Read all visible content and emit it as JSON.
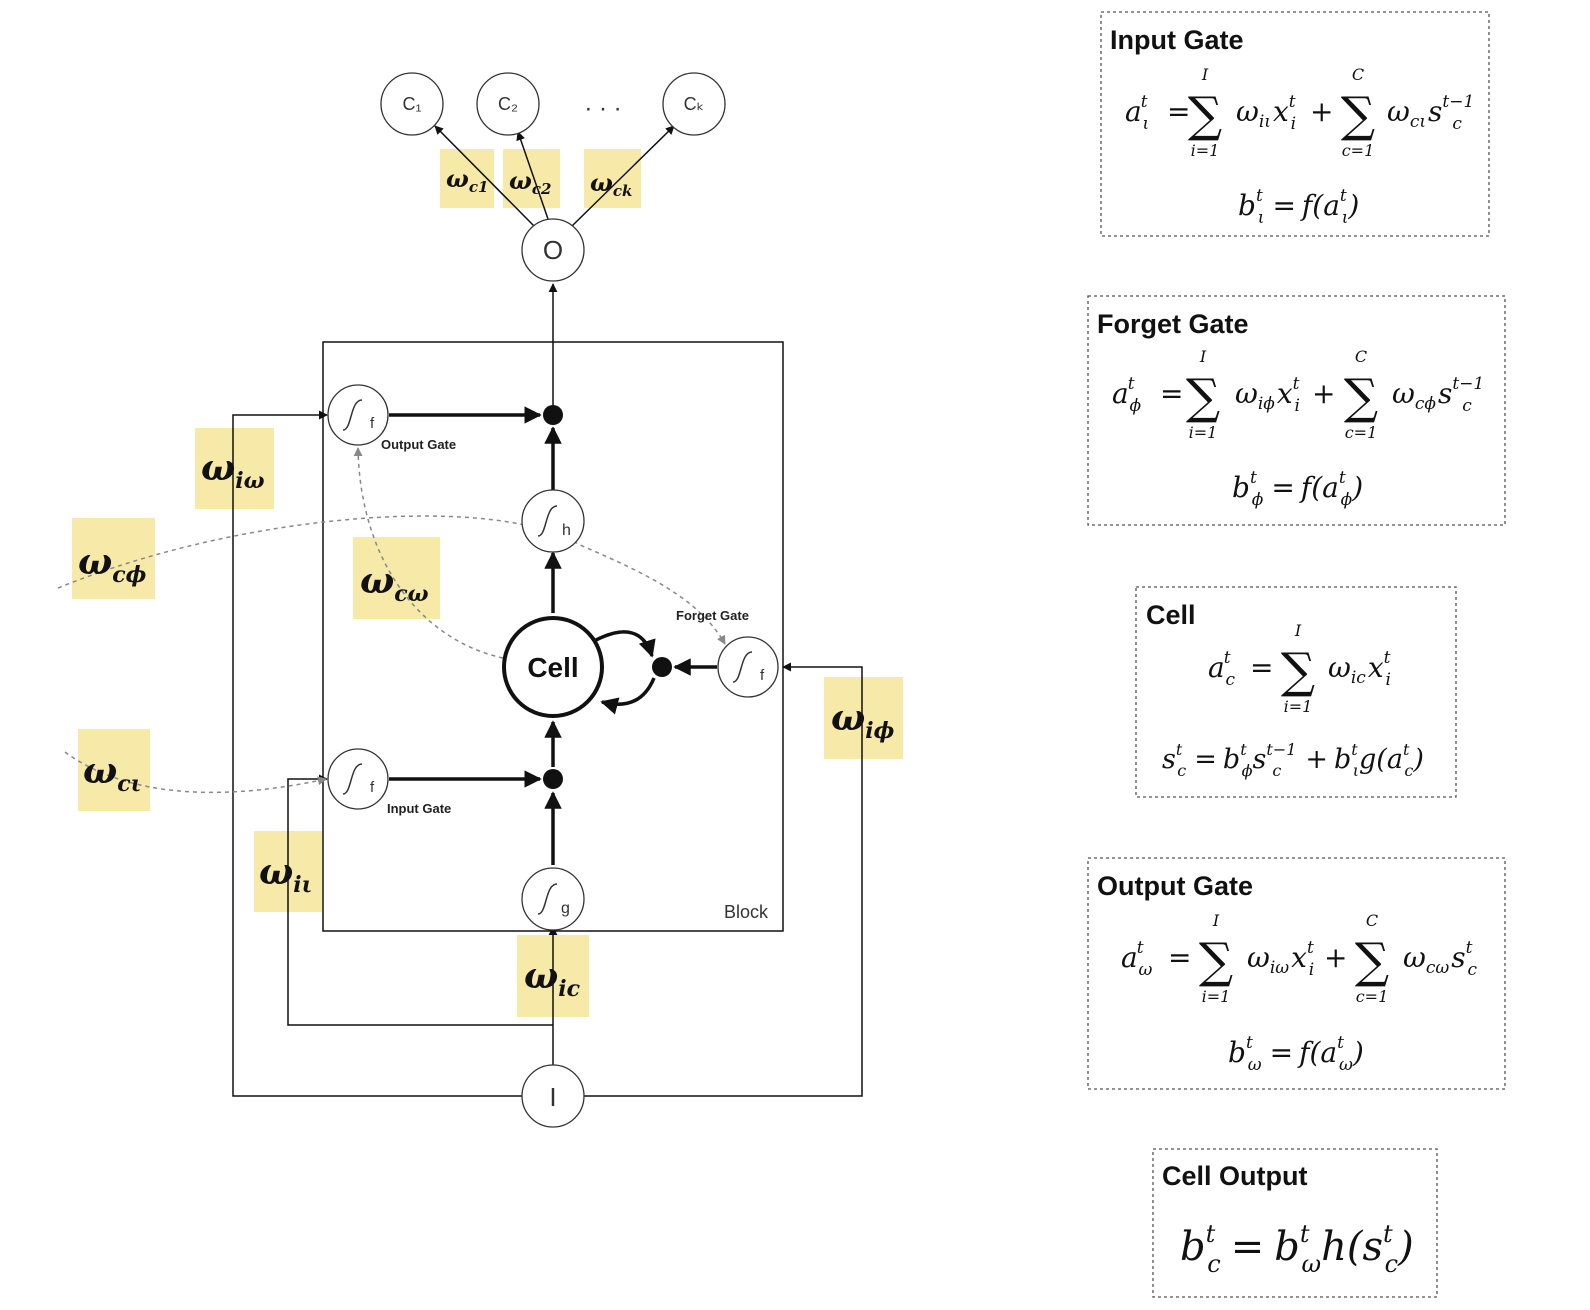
{
  "nodes": {
    "output_nodes": [
      "C₁",
      "C₂",
      "Cₖ"
    ],
    "output_ellipsis": "· · ·",
    "output": "O",
    "input": "I",
    "cell": "Cell",
    "block": "Block",
    "squash_f": "f",
    "squash_h": "h",
    "squash_g": "g"
  },
  "gate_labels": {
    "output_gate": "Output Gate",
    "forget_gate": "Forget Gate",
    "input_gate": "Input Gate"
  },
  "weights": {
    "w_c1": {
      "base": "ω",
      "sub": "c1"
    },
    "w_c2": {
      "base": "ω",
      "sub": "c2"
    },
    "w_ck": {
      "base": "ω",
      "sub": "ck"
    },
    "w_iw": {
      "base": "ω",
      "sub": "iω"
    },
    "w_cphi": {
      "base": "ω",
      "sub": "cϕ"
    },
    "w_cw": {
      "base": "ω",
      "sub": "cω"
    },
    "w_iphi": {
      "base": "ω",
      "sub": "iϕ"
    },
    "w_cl": {
      "base": "ω",
      "sub": "cι"
    },
    "w_il": {
      "base": "ω",
      "sub": "iι"
    },
    "w_ic": {
      "base": "ω",
      "sub": "ic"
    }
  },
  "formula_boxes": {
    "input_gate": {
      "title": "Input Gate",
      "line1_lhs": "a",
      "line1_lhs_sub": "ι",
      "line1_lhs_sup": "t",
      "sum1_top": "I",
      "sum1_bottom": "i=1",
      "term1": "ω",
      "term1_sub": "iι",
      "term1_var": "x",
      "term1_var_sub": "i",
      "term1_var_sup": "t",
      "sum2_top": "C",
      "sum2_bottom": "c=1",
      "term2": "ω",
      "term2_sub": "cι",
      "term2_var": "s",
      "term2_var_sub": "c",
      "term2_var_sup": "t−1",
      "line2_lhs": "b",
      "line2_lhs_sub": "ι",
      "line2_lhs_sup": "t",
      "line2_rhs": "f(a",
      "line2_rhs_sub": "ι",
      "line2_rhs_sup": "t",
      "line2_close": ")"
    },
    "forget_gate": {
      "title": "Forget Gate",
      "line1_lhs": "a",
      "line1_lhs_sub": "ϕ",
      "line1_lhs_sup": "t",
      "sum1_top": "I",
      "sum1_bottom": "i=1",
      "term1": "ω",
      "term1_sub": "iϕ",
      "term1_var": "x",
      "term1_var_sub": "i",
      "term1_var_sup": "t",
      "sum2_top": "C",
      "sum2_bottom": "c=1",
      "term2": "ω",
      "term2_sub": "cϕ",
      "term2_var": "s",
      "term2_var_sub": "c",
      "term2_var_sup": "t−1",
      "line2_lhs": "b",
      "line2_lhs_sub": "ϕ",
      "line2_lhs_sup": "t",
      "line2_rhs": "f(a",
      "line2_rhs_sub": "ϕ",
      "line2_rhs_sup": "t",
      "line2_close": ")"
    },
    "cell": {
      "title": "Cell",
      "line1_lhs": "a",
      "line1_lhs_sub": "c",
      "line1_lhs_sup": "t",
      "sum1_top": "I",
      "sum1_bottom": "i=1",
      "term1": "ω",
      "term1_sub": "ic",
      "term1_var": "x",
      "term1_var_sub": "i",
      "term1_var_sup": "t",
      "line2_lhs": "s",
      "line2_lhs_sub": "c",
      "line2_lhs_sup": "t",
      "line2_b1": "b",
      "line2_b1_sub": "ϕ",
      "line2_b1_sup": "t",
      "line2_s": "s",
      "line2_s_sub": "c",
      "line2_s_sup": "t−1",
      "line2_b2": "b",
      "line2_b2_sub": "ι",
      "line2_b2_sup": "t",
      "line2_g": "g(a",
      "line2_g_sub": "c",
      "line2_g_sup": "t",
      "line2_close": ")"
    },
    "output_gate": {
      "title": "Output Gate",
      "line1_lhs": "a",
      "line1_lhs_sub": "ω",
      "line1_lhs_sup": "t",
      "sum1_top": "I",
      "sum1_bottom": "i=1",
      "term1": "ω",
      "term1_sub": "iω",
      "term1_var": "x",
      "term1_var_sub": "i",
      "term1_var_sup": "t",
      "sum2_top": "C",
      "sum2_bottom": "c=1",
      "term2": "ω",
      "term2_sub": "cω",
      "term2_var": "s",
      "term2_var_sub": "c",
      "term2_var_sup": "t",
      "line2_lhs": "b",
      "line2_lhs_sub": "ω",
      "line2_lhs_sup": "t",
      "line2_rhs": "f(a",
      "line2_rhs_sub": "ω",
      "line2_rhs_sup": "t",
      "line2_close": ")"
    },
    "cell_output": {
      "title": "Cell Output",
      "lhs": "b",
      "lhs_sub": "c",
      "lhs_sup": "t",
      "rhs": "b",
      "rhs_sub": "ω",
      "rhs_sup": "t",
      "h": "h(s",
      "h_sub": "c",
      "h_sup": "t",
      "close": ")"
    }
  },
  "operators": {
    "eq": "=",
    "plus": "+",
    "sum": "∑"
  },
  "colors": {
    "highlight": "#f7e9a8",
    "line": "#111111",
    "dashed": "#888888",
    "box_border": "#555555"
  }
}
